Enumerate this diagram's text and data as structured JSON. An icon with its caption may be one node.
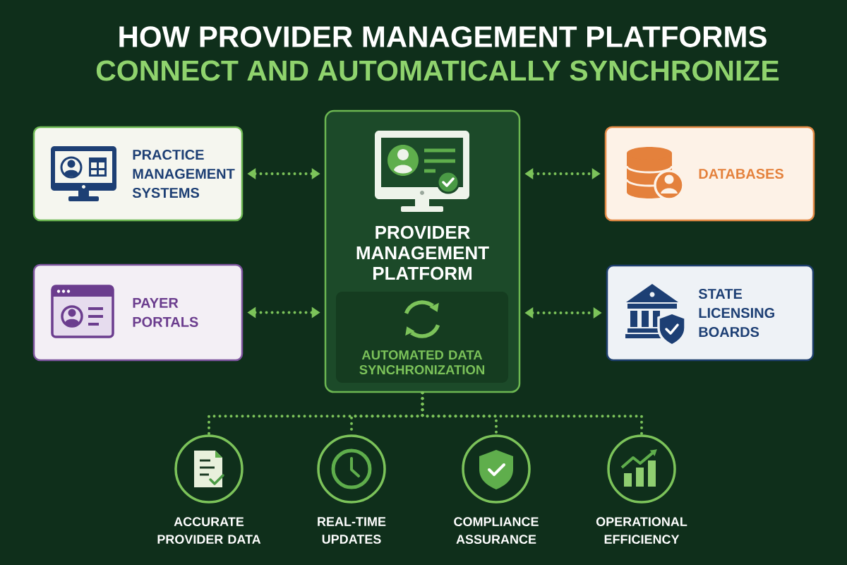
{
  "diagram": {
    "title": "HOW PROVIDER MANAGEMENT PLATFORMS",
    "nodes": [
      {
        "text": [
          "PRACTICE MANAGEMENT SYSTEMS"
        ]
      },
      {
        "text": [
          "PAYER PORTALS"
        ]
      },
      {
        "text": [
          "PROVIDER MANAGEMENT PLATFORM"
        ]
      },
      {
        "text": [
          "AUTOMATED DATA SYNCHRONIZATION"
        ],
        "in": 2
      },
      {
        "text": [
          "DATABASES"
        ]
      },
      {
        "text": [
          "STATE LICENSING BOARDS"
        ]
      },
      {
        "text": [
          "ACCURATE PROVIDER DATA"
        ]
      },
      {
        "text": [
          "REAL-TIME UPDATES"
        ]
      },
      {
        "text": [
          "COMPLIANCE ASSURANCE"
        ]
      },
      {
        "text": [
          "OPERATIONAL EFFICIENCY"
        ]
      }
    ],
    "edges": [
      {
        "from": 0,
        "to": 2,
        "arrow": "both"
      },
      {
        "from": 1,
        "to": 2,
        "arrow": "both"
      },
      {
        "from": 2,
        "to": 4,
        "arrow": "both"
      },
      {
        "from": 2,
        "to": 5,
        "arrow": "both"
      },
      {
        "from": 2,
        "to": 6,
        "arrow": "none"
      },
      {
        "from": 2,
        "to": 7,
        "arrow": "none"
      },
      {
        "from": 2,
        "to": 8,
        "arrow": "none"
      },
      {
        "from": 2,
        "to": 9,
        "arrow": "none"
      }
    ],
    "labels": [
      "CONNECT AND AUTOMATICALLY SYNCHRONIZE"
    ]
  }
}
